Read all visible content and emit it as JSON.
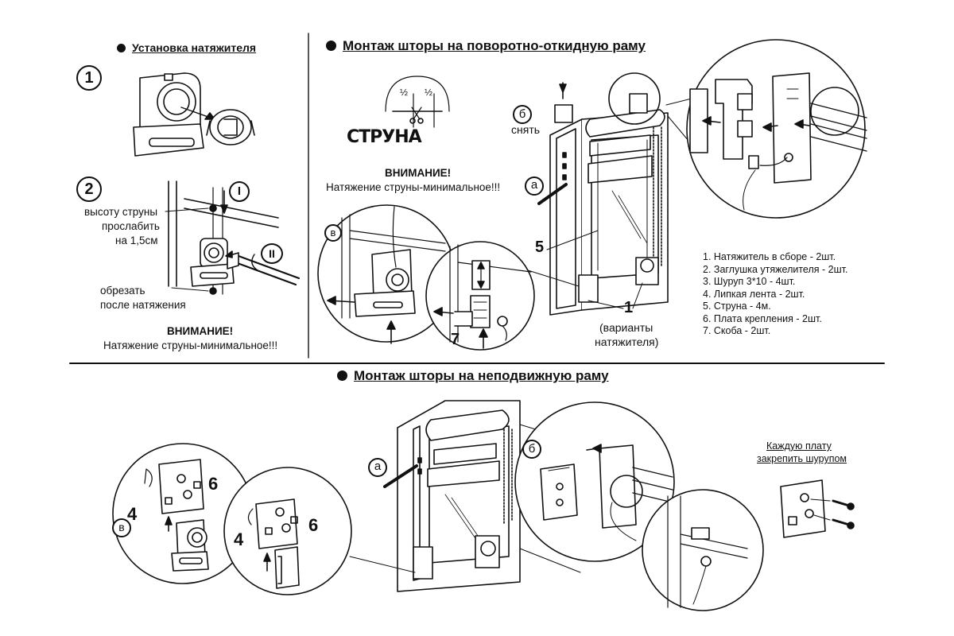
{
  "headings": {
    "tensioner_install": "Установка натяжителя",
    "tilt_turn_mount": "Монтаж шторы на поворотно-откидную раму",
    "fixed_mount": "Монтаж шторы на неподвижную раму"
  },
  "left_panel": {
    "step1": "1",
    "step2": "2",
    "roman1": "I",
    "roman2": "II",
    "note_loosen_1": "высоту струны",
    "note_loosen_2": "прослабить",
    "note_loosen_3": "на 1,5см",
    "note_cut_1": "обрезать",
    "note_cut_2": "после натяжения",
    "attention_title": "ВНИМАНИЕ!",
    "attention_text": "Натяжение струны-минимальное!!!"
  },
  "tilt_panel": {
    "string_word": "СТРУНА",
    "half_a": "½",
    "half_b": "½",
    "attention_title": "ВНИМАНИЕ!",
    "attention_text": "Натяжение струны-минимальное!!!",
    "label_b": "б",
    "label_remove": "снять",
    "label_a": "а",
    "label_v": "в",
    "num_5": "5",
    "num_7": "7",
    "num_1": "1",
    "variants_1": "(варианты",
    "variants_2": "натяжителя)"
  },
  "parts_list": [
    "1. Натяжитель в сборе - 2шт.",
    "2. Заглушка утяжелителя - 2шт.",
    "3. Шуруп 3*10 - 4шт.",
    "4. Липкая лента - 2шт.",
    "5. Струна - 4м.",
    "6. Плата крепления - 2шт.",
    "7. Скоба - 2шт."
  ],
  "fixed_panel": {
    "label_v": "в",
    "num_4a": "4",
    "num_6a": "6",
    "num_4b": "4",
    "num_6b": "6",
    "label_a": "а",
    "label_b": "б",
    "screw_note_1": "Каждую плату",
    "screw_note_2": "закрепить шурупом"
  }
}
